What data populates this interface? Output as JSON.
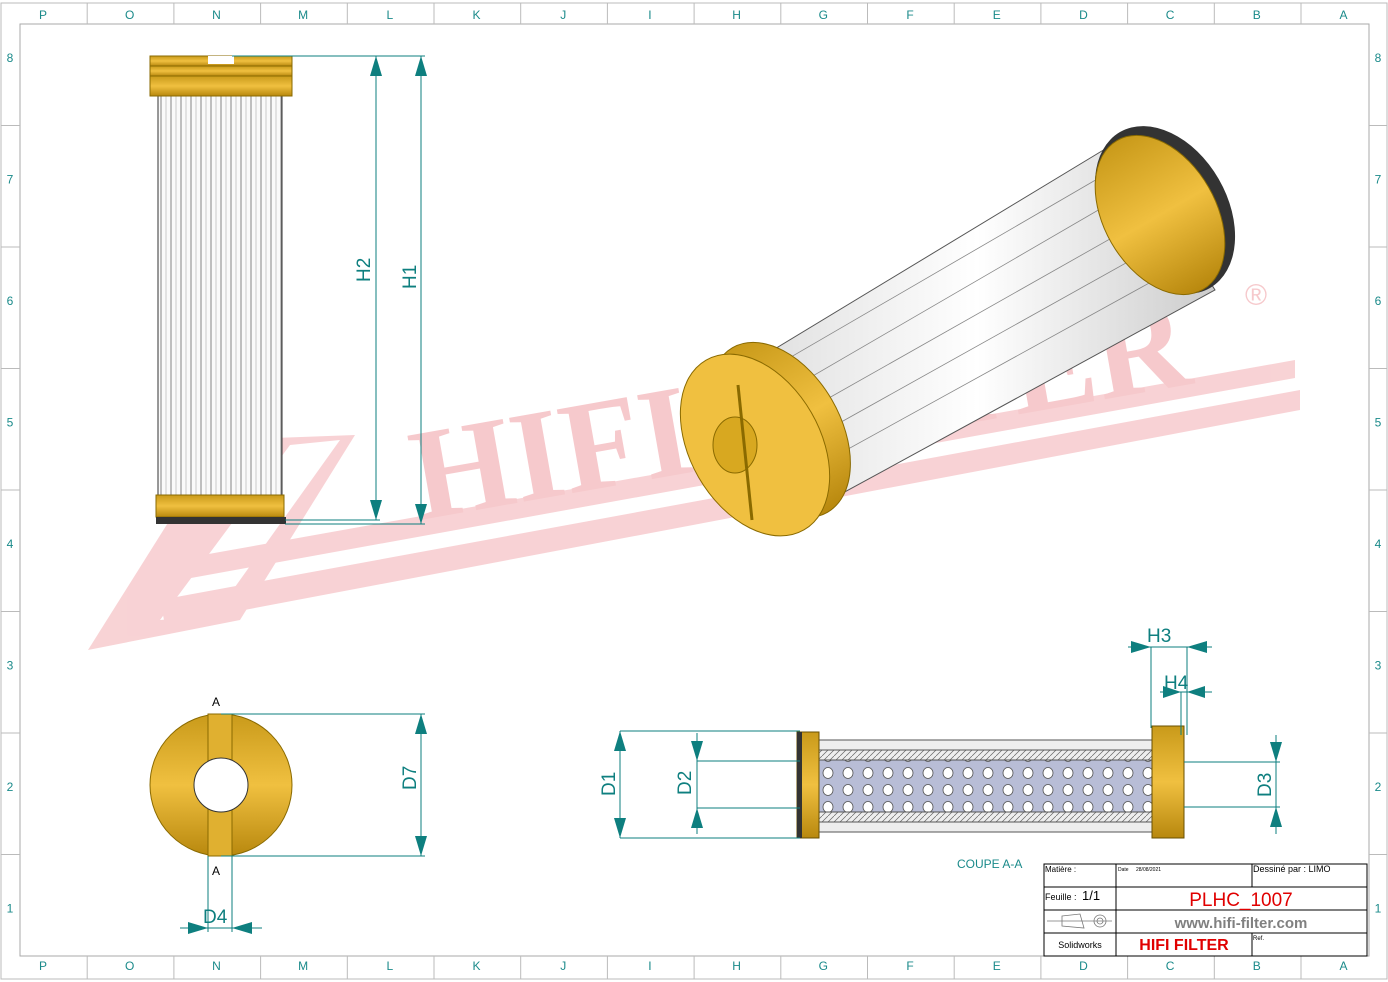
{
  "border": {
    "columns": [
      "P",
      "O",
      "N",
      "M",
      "L",
      "K",
      "J",
      "I",
      "H",
      "G",
      "F",
      "E",
      "D",
      "C",
      "B",
      "A"
    ],
    "rows": [
      "8",
      "7",
      "6",
      "5",
      "4",
      "3",
      "2",
      "1"
    ]
  },
  "dimensions": {
    "h1": "H1",
    "h2": "H2",
    "h3": "H3",
    "h4": "H4",
    "d1": "D1",
    "d2": "D2",
    "d3": "D3",
    "d4": "D4",
    "d7": "D7"
  },
  "section_label": "COUPE A-A",
  "section_marks": {
    "top": "A",
    "bottom": "A"
  },
  "watermark": {
    "text": "HIFI FILTER",
    "registered": "®",
    "color": "#f4b8bc"
  },
  "title_block": {
    "matiere_label": "Matière :",
    "date_label": "Date",
    "date_value": "28/08/2021",
    "drawn_by": "Dessiné par : LIMO",
    "sheet_label": "Feuille :",
    "sheet_value": "1/1",
    "part_number": "PLHC_1007",
    "website": "www.hifi-filter.com",
    "software": "Solidworks",
    "company": "HIFI FILTER",
    "ref_label": "Ref."
  },
  "colors": {
    "accent": "#0e7f7f",
    "brass": "#e8b830",
    "red": "#e00000"
  }
}
